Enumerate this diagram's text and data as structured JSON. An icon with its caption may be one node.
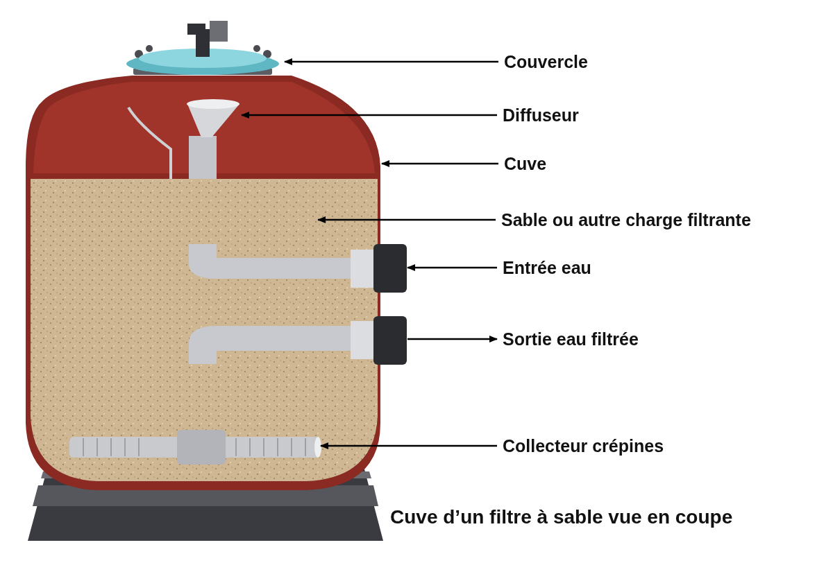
{
  "diagram": {
    "title": "Cuve d’un filtre à sable vue en coupe",
    "nodes": [
      {
        "text": [],
        "shape": "picture"
      },
      {
        "text": [],
        "shape": "picture"
      },
      {
        "text": [],
        "shape": "picture",
        "in": 1
      },
      {
        "text": [],
        "shape": "picture",
        "in": 1
      },
      {
        "text": [],
        "shape": "picture",
        "in": 3
      },
      {
        "text": [],
        "shape": "picture",
        "in": 3
      },
      {
        "text": [],
        "shape": "picture",
        "in": 3
      },
      {
        "text": [
          "Couvercle"
        ]
      },
      {
        "text": [
          "Diffuseur"
        ]
      },
      {
        "text": [
          "Cuve"
        ]
      },
      {
        "text": [
          "Sable ou autre charge filtrante"
        ]
      },
      {
        "text": [
          "Entrée eau"
        ]
      },
      {
        "text": [
          "Sortie eau filtrée"
        ]
      },
      {
        "text": [
          "Collecteur crépines"
        ]
      }
    ],
    "edges": [
      {
        "from": 7,
        "to": 0,
        "arrow": "to"
      },
      {
        "from": 8,
        "to": 2,
        "arrow": "to"
      },
      {
        "from": 9,
        "to": 1,
        "arrow": "to"
      },
      {
        "from": 10,
        "to": 3,
        "arrow": "to"
      },
      {
        "from": 11,
        "to": 4,
        "arrow": "to"
      },
      {
        "from": 5,
        "to": 12,
        "arrow": "to"
      },
      {
        "from": 13,
        "to": 6,
        "arrow": "to"
      }
    ]
  }
}
